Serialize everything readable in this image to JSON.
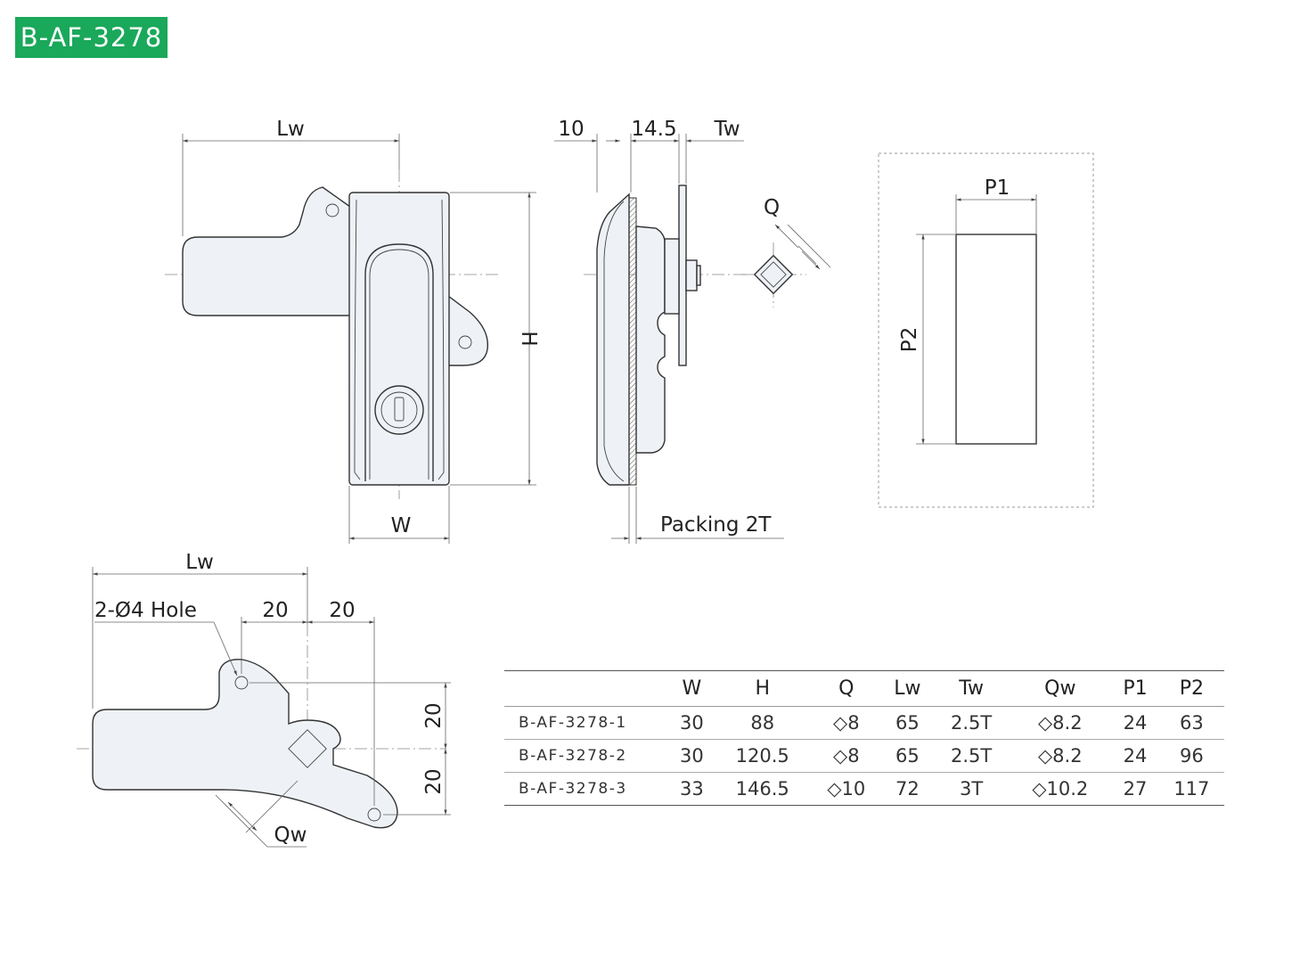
{
  "badge": "B-AF-3278",
  "front_view": {
    "lw_label": "Lw",
    "h_label": "H",
    "w_label": "W"
  },
  "side_view": {
    "dim_10": "10",
    "dim_14_5": "14.5",
    "tw_label": "Tw",
    "packing_label": "Packing 2T",
    "q_label": "Q"
  },
  "cutout_view": {
    "p1_label": "P1",
    "p2_label": "P2"
  },
  "cam_view": {
    "lw_label": "Lw",
    "hole_label": "2-Ø4 Hole",
    "dim_20_a": "20",
    "dim_20_b": "20",
    "dim_20_c": "20",
    "dim_20_d": "20",
    "qw_label": "Qw"
  },
  "table": {
    "headers": [
      "",
      "W",
      "H",
      "Q",
      "Lw",
      "Tw",
      "Qw",
      "P1",
      "P2"
    ],
    "rows": [
      [
        "B-AF-3278-1",
        "30",
        "88",
        "◇8",
        "65",
        "2.5T",
        "◇8.2",
        "24",
        "63"
      ],
      [
        "B-AF-3278-2",
        "30",
        "120.5",
        "◇8",
        "65",
        "2.5T",
        "◇8.2",
        "24",
        "96"
      ],
      [
        "B-AF-3278-3",
        "33",
        "146.5",
        "◇10",
        "72",
        "3T",
        "◇10.2",
        "27",
        "117"
      ]
    ]
  },
  "colors": {
    "badge_bg": "#1aa85a",
    "badge_text": "#ffffff",
    "part_fill": "#eef2f6"
  }
}
